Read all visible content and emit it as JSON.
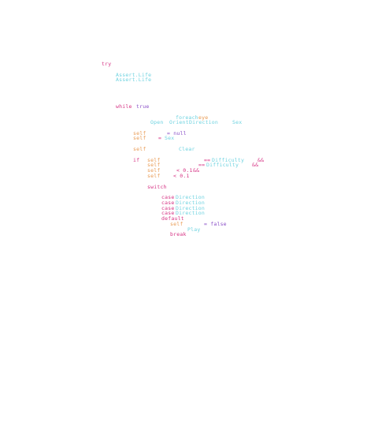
{
  "code": {
    "try_kw": "try",
    "assert1": "Assert.Life",
    "assert2": "Assert.Life",
    "while_kw": "while",
    "true_kw": "true",
    "foreach_kw": "foreach",
    "eye_var": "eye",
    "open_word": "Open",
    "orient_word": "Orient",
    "direction_word": "Direction",
    "sex_word_1": "Sex",
    "self_1": "self",
    "eq_null": "= null",
    "self_2": "self",
    "eq_sex": "=",
    "sex_word_2": "Sex",
    "self_3": "self",
    "clear_word": "Clear",
    "if_kw": "if",
    "self_4": "self",
    "eqeq_1": "==",
    "difficulty_1": "Difficulty",
    "and_1": "&&",
    "self_5": "self",
    "eqeq_2": "==",
    "difficulty_2": "Difficulty",
    "and_2": "&&",
    "self_6": "self",
    "lt_1": "< 0.1",
    "and_3": "&&",
    "self_7": "self",
    "lt_2": "< 0.1",
    "switch_kw": "switch",
    "case_1": "case",
    "dir_1": "Direction",
    "case_2": "case",
    "dir_2": "Direction",
    "case_3": "case",
    "dir_3": "Direction",
    "case_4": "case",
    "dir_4": "Direction",
    "default_kw": "default",
    "self_8": "self",
    "eq_false": "= false",
    "play_word": "Play",
    "break_kw": "break"
  },
  "colors": {
    "keyword_pink": "#d63384",
    "keyword_purple": "#8a4fc7",
    "identifier_orange": "#e89a52",
    "type_cyan": "#6fd3e0"
  }
}
